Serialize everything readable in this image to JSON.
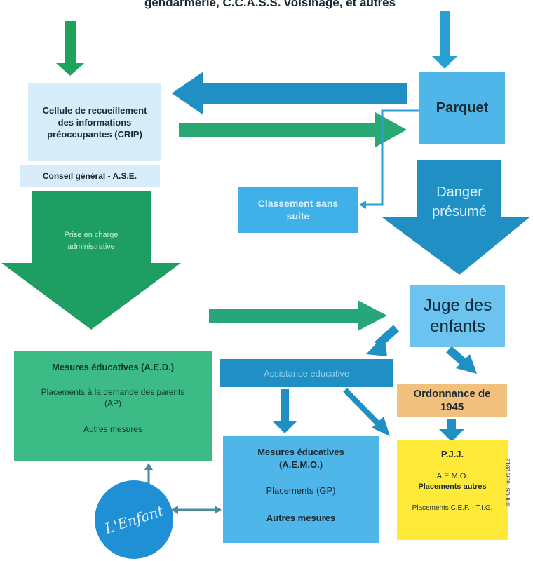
{
  "header": {
    "text": "gendarmerie, C.C.A.S.S. voisinage, et autres"
  },
  "crip": {
    "title": "Cellule de recueillement des informations préoccupantes (CRIP)",
    "subtitle": "Conseil général - A.S.E."
  },
  "parquet": {
    "label": "Parquet"
  },
  "classement": {
    "label": "Classement sans suite"
  },
  "danger": {
    "label": "Danger présumé"
  },
  "prise_en_charge": {
    "label": "Prise en charge administrative"
  },
  "juge": {
    "label": "Juge des enfants"
  },
  "assistance": {
    "label": "Assistance éducative"
  },
  "ordonnance": {
    "label": "Ordonnance de 1945"
  },
  "mesures_aed": {
    "line1": "Mesures éducatives (A.E.D.)",
    "line2": "Placements à la demande des parents (AP)",
    "line3": "Autres mesures"
  },
  "mesures_aemo": {
    "line1": "Mesures éducatives (A.E.M.O.)",
    "line2": "Placements (GP)",
    "line3": "Autres mesures"
  },
  "pjj": {
    "title": "P.J.J.",
    "line1": "A.E.M.O.",
    "line2": "Placements autres",
    "line3": "Placements C.E.F. - T.I.G."
  },
  "logo": {
    "text": "L'Enfant"
  },
  "credit": {
    "text": "© IFCS Tours 2012"
  },
  "colors": {
    "green_dark": "#1f9e63",
    "green_box": "#3dbb86",
    "blue_dark": "#1f8fc4",
    "blue_light": "#4fb6ea",
    "blue_pale": "#d7eefa",
    "orange": "#f0c07c",
    "yellow": "#ffea3a"
  }
}
